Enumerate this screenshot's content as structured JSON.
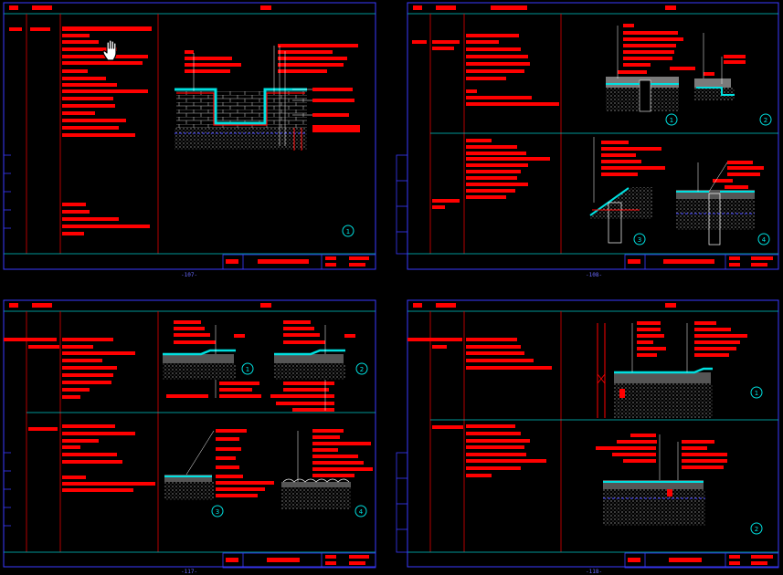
{
  "colors": {
    "background": "#000000",
    "frame": "#3a3aff",
    "divider": "#00c8c8",
    "column_line": "#e00000",
    "annotation_fill": "#ff0000",
    "leader": "#ffffff",
    "detail_cyan": "#00e0e0",
    "hatch": "#cfcfcf"
  },
  "sheets": [
    {
      "page_no": "-107-",
      "callouts": [
        "1"
      ]
    },
    {
      "page_no": "-108-",
      "callouts": [
        "1",
        "2",
        "3",
        "4"
      ]
    },
    {
      "page_no": "-117-",
      "callouts": [
        "1",
        "2",
        "3",
        "4"
      ]
    },
    {
      "page_no": "-118-",
      "callouts": [
        "1",
        "2"
      ]
    }
  ],
  "cursor_icon": "hand-pointer-icon"
}
